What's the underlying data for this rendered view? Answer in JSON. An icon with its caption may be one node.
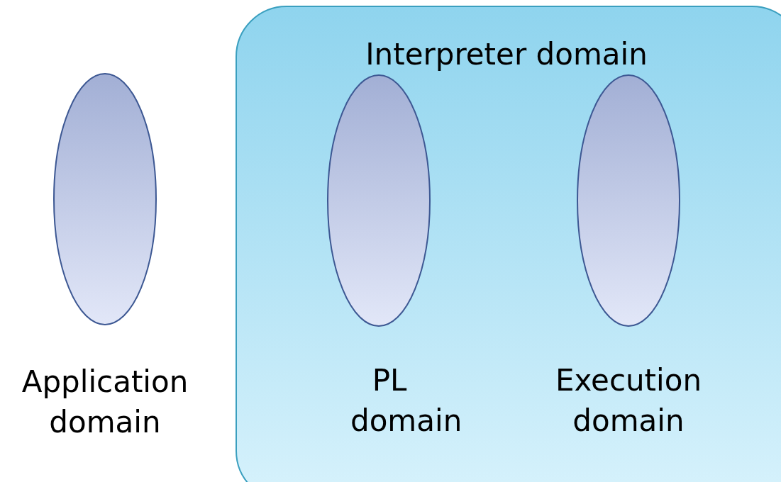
{
  "diagram": {
    "nodes": [
      {
        "text": [
          "Application domain"
        ]
      },
      {
        "text": [
          "Interpreter domain"
        ]
      },
      {
        "text": [
          "PL domain"
        ],
        "in": 1
      },
      {
        "text": [
          "Execution domain"
        ],
        "in": 1
      }
    ]
  }
}
